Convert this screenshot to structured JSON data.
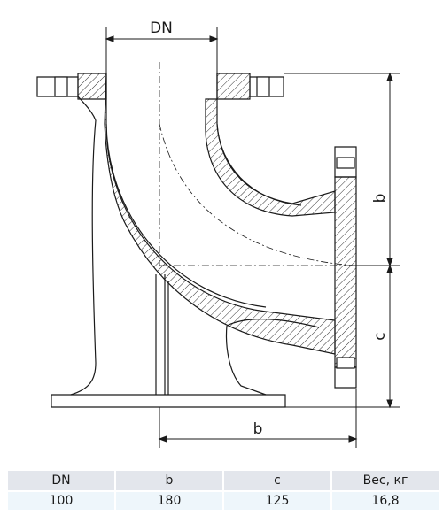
{
  "drawing": {
    "dim_dn": "DN",
    "dim_b_vertical": "b",
    "dim_c_vertical": "c",
    "dim_b_horizontal": "b"
  },
  "table": {
    "headers": [
      "DN",
      "b",
      "c",
      "Вес, кг"
    ],
    "rows": [
      [
        "100",
        "180",
        "125",
        "16,8"
      ]
    ]
  }
}
